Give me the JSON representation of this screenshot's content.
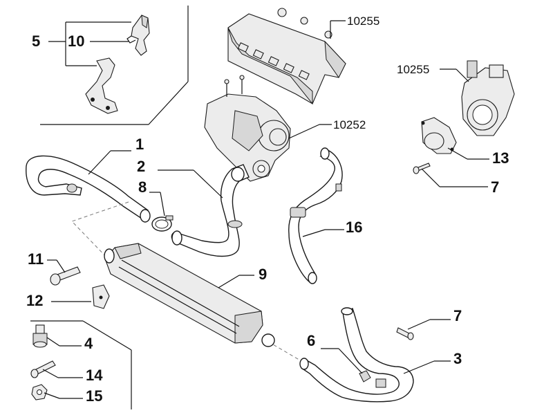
{
  "callouts": {
    "c1": "1",
    "c2": "2",
    "c3": "3",
    "c4": "4",
    "c5": "5",
    "c6": "6",
    "c7a": "7",
    "c7b": "7",
    "c8": "8",
    "c9": "9",
    "c10": "10",
    "c11": "11",
    "c12": "12",
    "c13": "13",
    "c14": "14",
    "c15": "15",
    "c16": "16",
    "r10255a": "10255",
    "r10255b": "10255",
    "r10252": "10252"
  }
}
